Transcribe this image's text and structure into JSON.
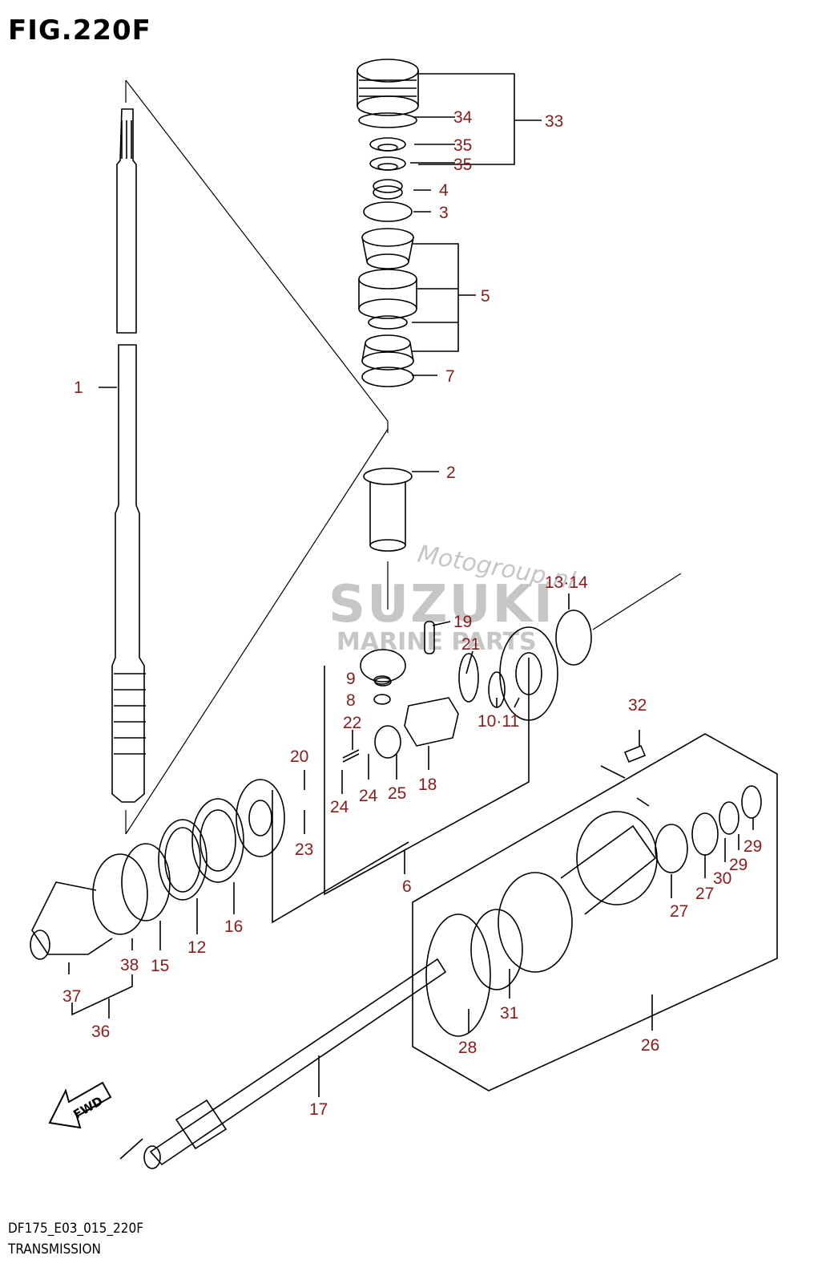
{
  "figure_title": "FIG.220F",
  "footer": {
    "code": "DF175_E03_015_220F",
    "section": "TRANSMISSION"
  },
  "watermark": {
    "brand": "SUZUKI",
    "subtitle": "MARINE PARTS",
    "site": "Motogroup.nl"
  },
  "fwd_label": "FWD",
  "callouts": {
    "c1": "1",
    "c2": "2",
    "c3": "3",
    "c4": "4",
    "c5": "5",
    "c6": "6",
    "c7": "7",
    "c8": "8",
    "c9": "9",
    "c10_11": "10·11",
    "c12": "12",
    "c13_14": "13·14",
    "c15": "15",
    "c16": "16",
    "c17": "17",
    "c18": "18",
    "c19": "19",
    "c20": "20",
    "c21": "21",
    "c22": "22",
    "c23": "23",
    "c24a": "24",
    "c24b": "24",
    "c25": "25",
    "c26": "26",
    "c27a": "27",
    "c27b": "27",
    "c28": "28",
    "c29a": "29",
    "c29b": "29",
    "c30": "30",
    "c31": "31",
    "c32": "32",
    "c33": "33",
    "c34": "34",
    "c35a": "35",
    "c35b": "35",
    "c36": "36",
    "c37": "37",
    "c38": "38"
  },
  "colors": {
    "callout": "#8b1a1a",
    "line": "#000000",
    "watermark": "#b8b8b8"
  }
}
